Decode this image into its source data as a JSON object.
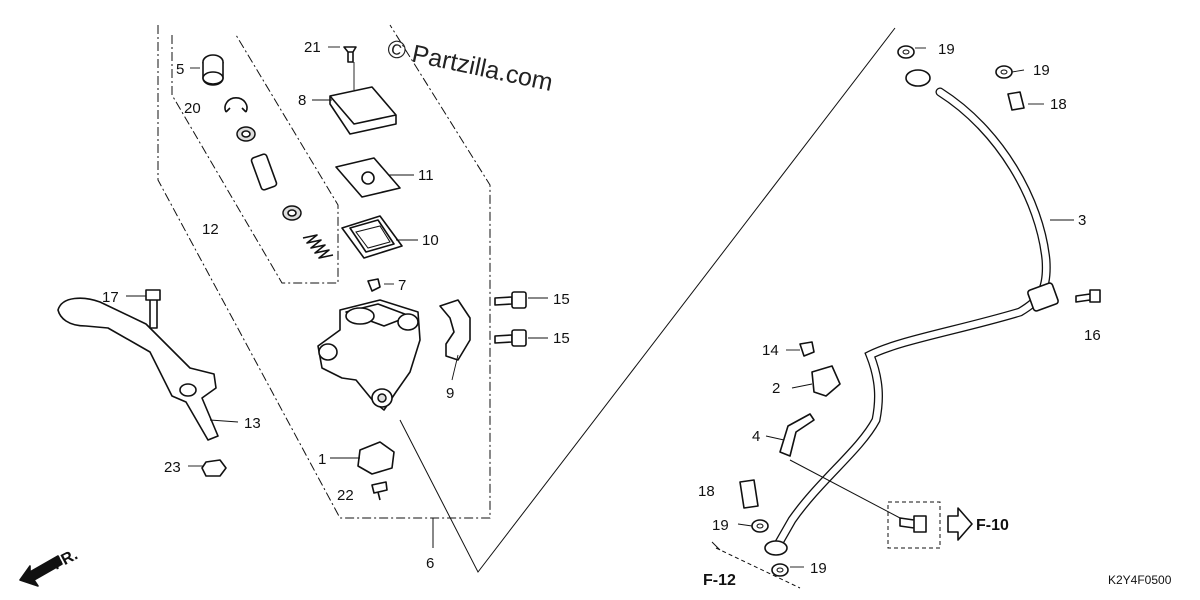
{
  "watermark": "© Partzilla.com",
  "diagram_code": "K2Y4F0500",
  "direction": "FR.",
  "refs": {
    "f10": "F-10",
    "f12": "F-12"
  },
  "callouts": {
    "c1": "1",
    "c2": "2",
    "c3": "3",
    "c4": "4",
    "c5": "5",
    "c6": "6",
    "c7": "7",
    "c8": "8",
    "c9": "9",
    "c10": "10",
    "c11": "11",
    "c12": "12",
    "c13": "13",
    "c14": "14",
    "c15a": "15",
    "c15b": "15",
    "c16": "16",
    "c17": "17",
    "c18a": "18",
    "c18b": "18",
    "c19a": "19",
    "c19b": "19",
    "c19c": "19",
    "c19d": "19",
    "c20": "20",
    "c21": "21",
    "c22": "22",
    "c23": "23"
  }
}
